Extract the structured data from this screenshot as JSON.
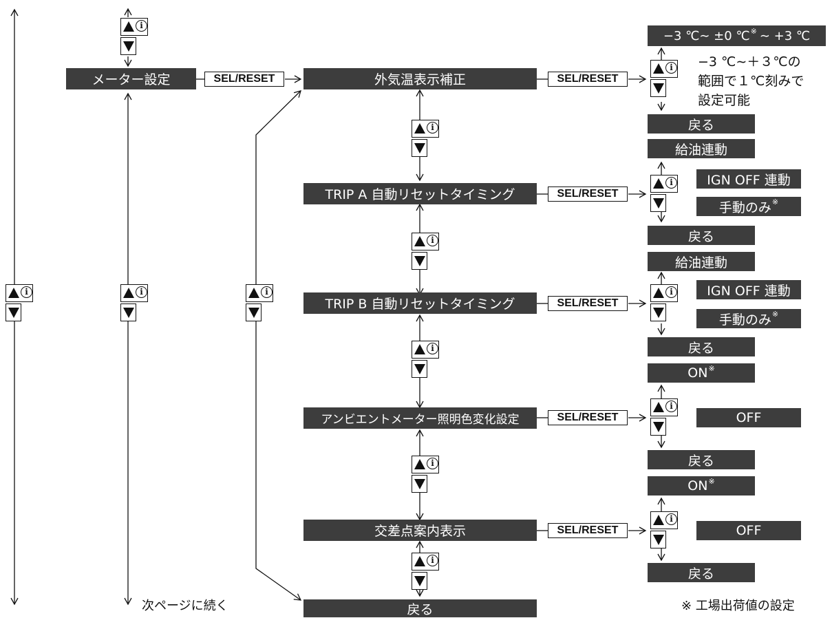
{
  "menu": {
    "meter_settings": "メーター設定",
    "back": "戻る",
    "next_page": "次ページに続く"
  },
  "sel_reset_label": "SEL/RESET",
  "items": {
    "outside_temp": "外気温表示補正",
    "trip_a": "TRIP A 自動リセットタイミング",
    "trip_b": "TRIP B 自動リセットタイミング",
    "ambient": "アンビエントメーター照明色変化設定",
    "intersection": "交差点案内表示"
  },
  "options": {
    "temp_range": "−3 ℃∼ ±0 ℃",
    "temp_range_suffix": "∼ +3 ℃",
    "temp_note_1": "−3 ℃∼＋３℃の",
    "temp_note_2": "範囲で１℃刻みで",
    "temp_note_3": "設定可能",
    "refuel_linked": "給油連動",
    "ign_off_linked": "IGN OFF 連動",
    "manual_only": "手動のみ",
    "on": "ON",
    "off": "OFF",
    "back": "戻る",
    "default_mark": "※"
  },
  "footnote": "※ 工場出荷値の設定"
}
